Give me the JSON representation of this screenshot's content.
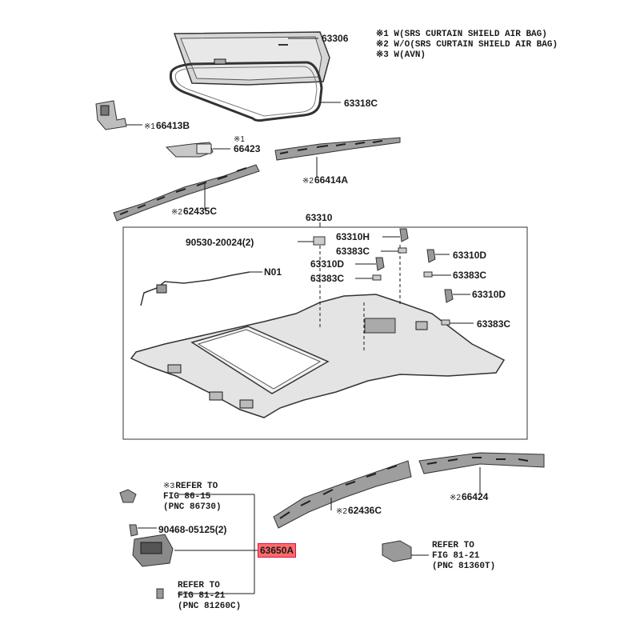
{
  "legend": [
    "※1 W(SRS CURTAIN SHIELD AIR BAG)",
    "※2 W/O(SRS CURTAIN SHIELD AIR BAG)",
    "※3 W(AVN)"
  ],
  "parts": {
    "p63306": "63306",
    "p63318c": "63318C",
    "p66413b_mark": "※1",
    "p66413b": "66413B",
    "p66423_mark": "※1",
    "p66423": "66423",
    "p66414a_mark": "※2",
    "p66414a": "66414A",
    "p62435c_mark": "※2",
    "p62435c": "62435C",
    "p63310": "63310",
    "p90530": "90530-20024(2)",
    "p63310h": "63310H",
    "p63383c_a": "63383C",
    "p63310d_a": "63310D",
    "p63383c_b": "63383C",
    "pN01": "N01",
    "p63310d_r1": "63310D",
    "p63383c_r1": "63383C",
    "p63310d_r2": "63310D",
    "p63383c_r2": "63383C",
    "p62436c_mark": "※2",
    "p62436c": "62436C",
    "p66424_mark": "※2",
    "p66424": "66424",
    "p90468": "90468-05125(2)",
    "p63650a": "63650A"
  },
  "refs": {
    "ref1_mark": "※3",
    "ref1_l1": "REFER TO",
    "ref1_l2": "FIG 86-15",
    "ref1_l3": "(PNC 86730)",
    "ref2_l1": "REFER TO",
    "ref2_l2": "FIG 81-21",
    "ref2_l3": "(PNC 81260C)",
    "ref3_l1": "REFER TO",
    "ref3_l2": "FIG 81-21",
    "ref3_l3": "(PNC 81360T)"
  },
  "colors": {
    "line": "#1a1a1a",
    "highlight": "#ff6b6b",
    "part_fill": "#cfcfcf",
    "part_dark": "#555555"
  }
}
